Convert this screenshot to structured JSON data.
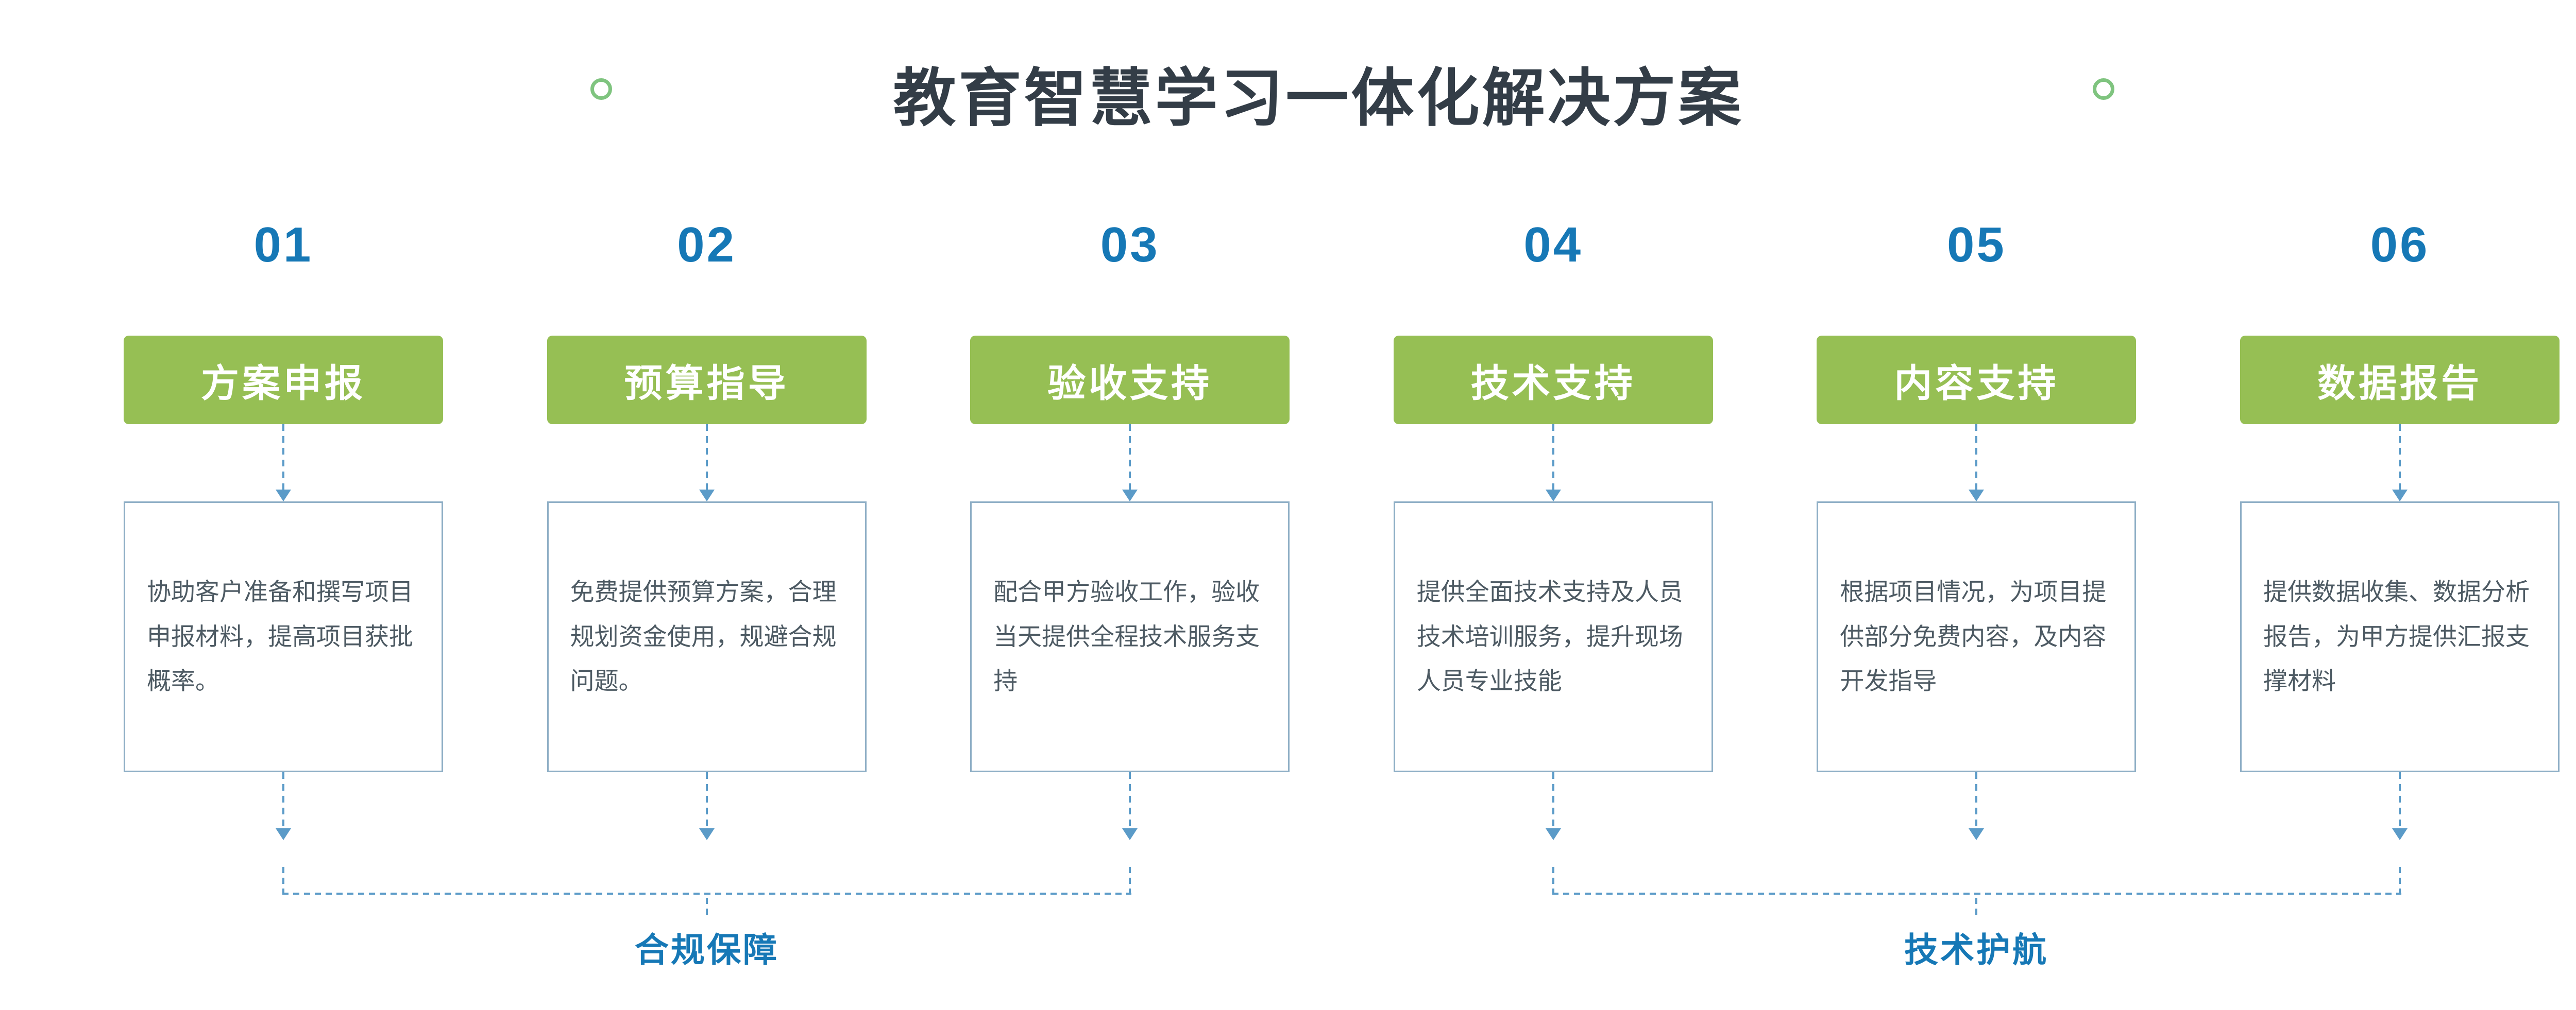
{
  "title": "教育智慧学习一体化解决方案",
  "steps": [
    {
      "number": "01",
      "label": "方案申报",
      "description": "协助客户准备和撰写项目申报材料，提高项目获批概率。"
    },
    {
      "number": "02",
      "label": "预算指导",
      "description": "免费提供预算方案，合理规划资金使用，规避合规问题。"
    },
    {
      "number": "03",
      "label": "验收支持",
      "description": "配合甲方验收工作，验收当天提供全程技术服务支持"
    },
    {
      "number": "04",
      "label": "技术支持",
      "description": "提供全面技术支持及人员技术培训服务，提升现场人员专业技能"
    },
    {
      "number": "05",
      "label": "内容支持",
      "description": "根据项目情况，为项目提供部分免费内容，及内容开发指导"
    },
    {
      "number": "06",
      "label": "数据报告",
      "description": "提供数据收集、数据分析报告，为甲方提供汇报支撑材料"
    }
  ],
  "groups": [
    {
      "label": "合规保障",
      "covers": [
        "01",
        "02",
        "03"
      ]
    },
    {
      "label": "技术护航",
      "covers": [
        "04",
        "05",
        "06"
      ]
    }
  ],
  "colors": {
    "accent_blue": "#1678b6",
    "green": "#96bf54",
    "border_blue": "#8fafc6",
    "arrow_blue": "#5b9bc8",
    "title_color": "#333d47",
    "text_color": "#4d5a63",
    "circle_green": "#7fc47f"
  }
}
